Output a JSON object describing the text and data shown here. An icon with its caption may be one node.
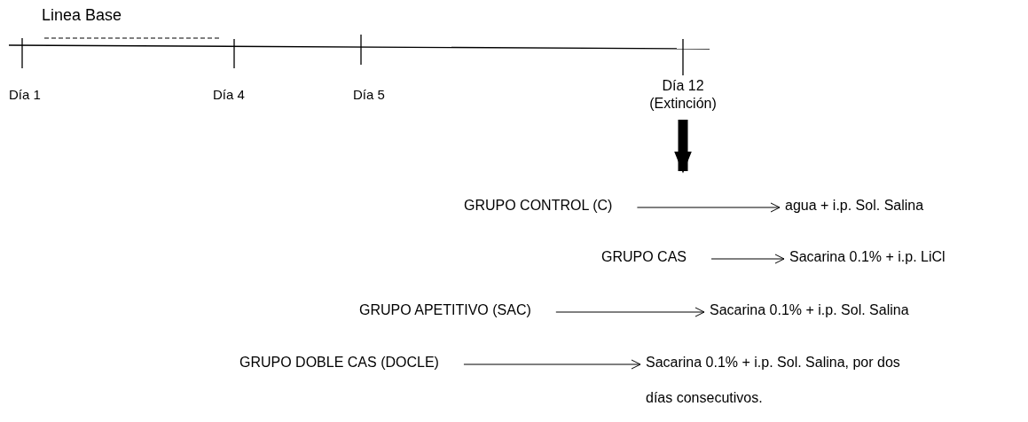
{
  "diagram": {
    "nodes": [
      {
        "text": [
          "Día 12 (Extinción)"
        ]
      },
      {
        "text": [
          "GRUPO CONTROL (C)"
        ]
      },
      {
        "text": [
          "agua + i.p. Sol. Salina"
        ]
      },
      {
        "text": [
          "GRUPO CAS"
        ]
      },
      {
        "text": [
          "Sacarina 0.1% + i.p. LiCl"
        ]
      },
      {
        "text": [
          "GRUPO APETITIVO (SAC)"
        ]
      },
      {
        "text": [
          "Sacarina 0.1%   + i.p. Sol. Salina"
        ]
      },
      {
        "text": [
          "GRUPO DOBLE CAS (DOCLE)"
        ]
      },
      {
        "text": [
          "Sacarina 0.1%   + i.p. Sol. Salina, por dos días consecutivos."
        ]
      }
    ],
    "edges": [
      {
        "from": 0,
        "to": null,
        "arrow": "to",
        "style": "thick"
      },
      {
        "from": 1,
        "to": 2,
        "arrow": "to"
      },
      {
        "from": 3,
        "to": 4,
        "arrow": "to"
      },
      {
        "from": 5,
        "to": 6,
        "arrow": "to"
      },
      {
        "from": 7,
        "to": 8,
        "arrow": "to"
      }
    ],
    "labels": [
      "Linea Base",
      "Día 1",
      "Día 4",
      "Día 5"
    ]
  }
}
